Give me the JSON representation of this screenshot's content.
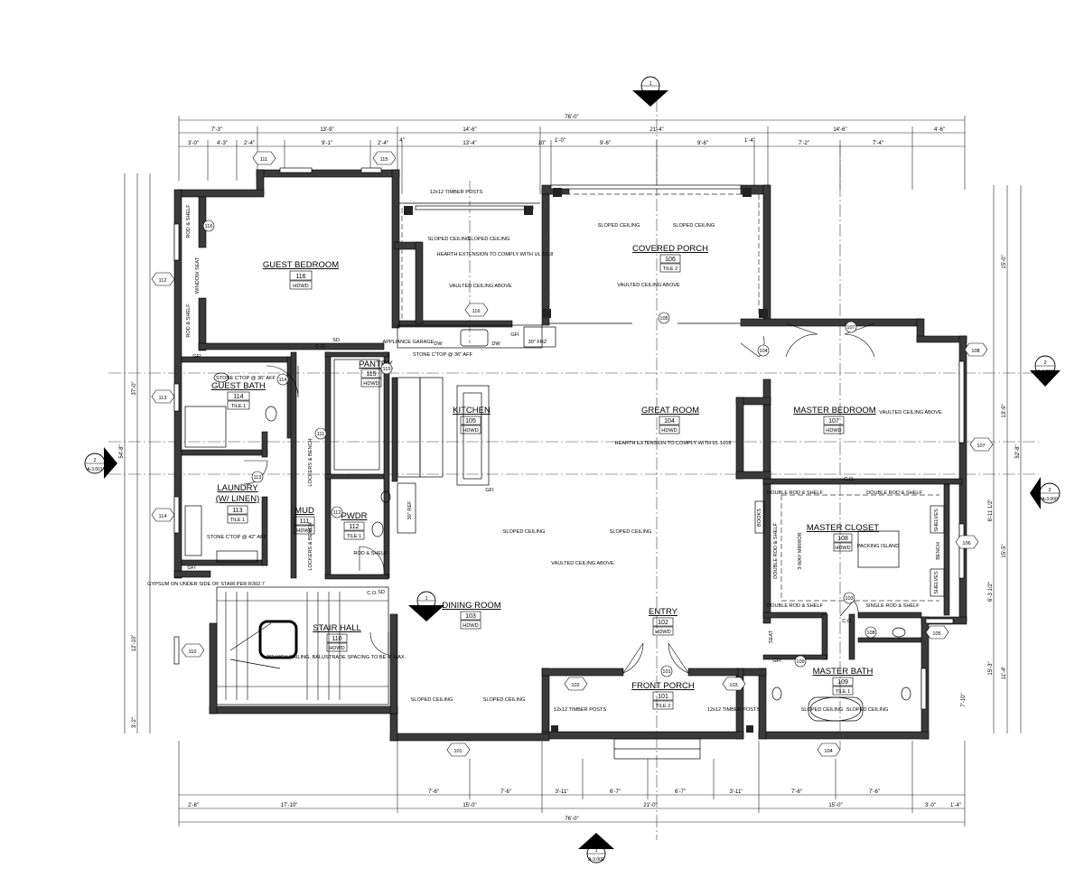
{
  "rooms": [
    {
      "name": "GUEST BEDROOM",
      "num": "116",
      "finish": "HDWD"
    },
    {
      "name": "GUEST BATH",
      "num": "114",
      "finish": "TILE 1"
    },
    {
      "name": "LAUNDRY",
      "num": "113",
      "finish": "TILE 1"
    },
    {
      "name": "(W/ LINEN)",
      "num": "",
      "finish": ""
    },
    {
      "name": "MUD",
      "num": "111",
      "finish": "HDWD"
    },
    {
      "name": "PANTRY",
      "num": "115",
      "finish": "HDWD"
    },
    {
      "name": "KITCHEN",
      "num": "105",
      "finish": "HDWD"
    },
    {
      "name": "PWDR",
      "num": "112",
      "finish": "TILE 1"
    },
    {
      "name": "GREAT ROOM",
      "num": "104",
      "finish": "HDWD"
    },
    {
      "name": "COVERED PORCH",
      "num": "106",
      "finish": "TILE 2"
    },
    {
      "name": "MASTER BEDROOM",
      "num": "107",
      "finish": "HDWD"
    },
    {
      "name": "MASTER CLOSET",
      "num": "108",
      "finish": "HDWD"
    },
    {
      "name": "DINING ROOM",
      "num": "103",
      "finish": "HDWD"
    },
    {
      "name": "STAIR HALL",
      "num": "110",
      "finish": "HDWD"
    },
    {
      "name": "ENTRY",
      "num": "102",
      "finish": "HDWD"
    },
    {
      "name": "FRONT PORCH",
      "num": "101",
      "finish": "TILE 2"
    },
    {
      "name": "MASTER BATH",
      "num": "109",
      "finish": "TILE 1"
    }
  ],
  "section_markers": {
    "top": {
      "num": "1",
      "sheet": "A-3.001"
    },
    "bottom": {
      "num": "1",
      "sheet": "A-3.000"
    },
    "left": {
      "num": "2",
      "sheet": "A-3.001"
    },
    "right_upper": {
      "num": "2",
      "sheet": "A-4.000"
    },
    "right_lower": {
      "num": "2",
      "sheet": "A-3.000"
    },
    "dining": {
      "num": "1",
      "sheet": "A-4.000"
    }
  },
  "dims_top_overall": "76'-0\"",
  "dims_bottom_overall": "76'-0\"",
  "dims_top_row1": [
    "7'-3\"",
    "13'-9\"",
    "14'-6\"",
    "21'-4\"",
    "14'-6\"",
    "4'-6\""
  ],
  "dims_top_row2": [
    "3'-0\"",
    "4'-3\"",
    "2'-4\"",
    "9'-1\"",
    "2'-4\"",
    "4\"",
    "13'-4\"",
    "10\"",
    "1'-0\"",
    "9'-6\"",
    "9'-6\"",
    "1'-4\"",
    "7'-2\"",
    "7'-4\""
  ],
  "dims_bottom_row1": [
    "7'-6\"",
    "7'-6\"",
    "3'-11\"",
    "6'-7\"",
    "6'-7\"",
    "3'-11\"",
    "7'-6\"",
    "7'-6\""
  ],
  "dims_bottom_row2": [
    "2'-8\"",
    "17'-10\"",
    "15'-0\"",
    "21'-0\"",
    "15'-0\"",
    "3'-0\"",
    "1'-4\""
  ],
  "dims_left": [
    "54'-8\"",
    "37'-0\"",
    "12'-10\"",
    "3'-2\""
  ],
  "dims_right": [
    "15'-0\"",
    "13'-9\"",
    "52'-8\"",
    "6'-11 1/2\"",
    "15'-5\"",
    "6'-3 1/2\"",
    "15'-3\"",
    "11'-4\"",
    "7'-10\""
  ],
  "notes": [
    "12x12 TIMBER POSTS",
    "SLOPED CEILING",
    "VAULTED CEILING ABOVE",
    "HEARTH EXTENSION TO COMPLY WITH UL 1618",
    "STONE C'TOP @ 36\" AFF",
    "APPLIANCE GARAGE",
    "DW",
    "30\" FRZ",
    "30\" REF",
    "ROD & SHELF",
    "WINDOW SEAT",
    "STONE C'TOP @ 42\" AFF",
    "LOCKERS & BENCH",
    "DOUBLE ROD & SHELF",
    "SINGLE ROD & SHELF",
    "SHELVES",
    "BENCH",
    "PACKING ISLAND",
    "3-WAY MIRROR",
    "BOOKS",
    "SEAT",
    "36\" HIGH RAILING, BALUSTRADE SPACING TO BE 4\" MAX.",
    "GYPSUM ON UNDER SIDE OF STAIR PER R302.7",
    "C.O.",
    "GFI",
    "SD"
  ],
  "window_tags": [
    "101",
    "102",
    "103",
    "104",
    "105",
    "106",
    "107",
    "108",
    "110",
    "111",
    "112",
    "113",
    "114",
    "115",
    "116"
  ],
  "door_tags": [
    "101",
    "103",
    "104",
    "105",
    "107",
    "108",
    "109",
    "111",
    "112",
    "113",
    "114",
    "115",
    "116"
  ]
}
